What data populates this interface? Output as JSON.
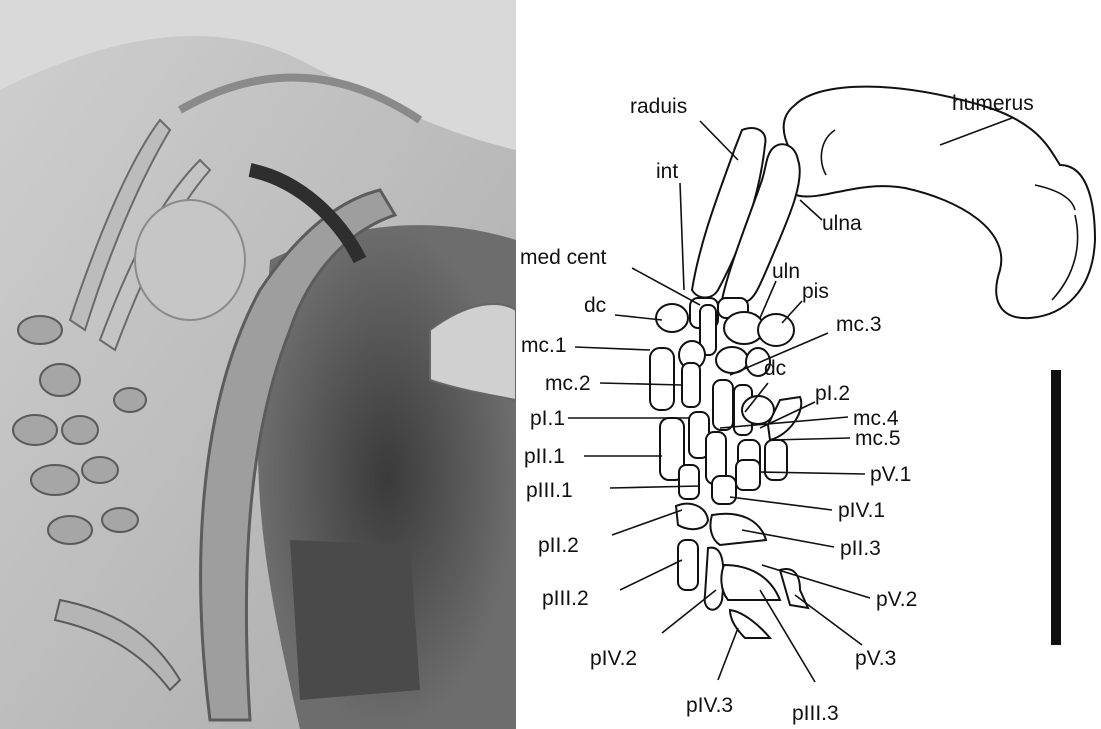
{
  "labels": {
    "raduis": "raduis",
    "humerus": "humerus",
    "int": "int",
    "ulna": "ulna",
    "med_cent": "med cent",
    "uln": "uln",
    "pis": "pis",
    "dc_1": "dc",
    "mc_3": "mc.3",
    "mc_1": "mc.1",
    "mc_2": "mc.2",
    "dc_2": "dc",
    "pI_2": "pI.2",
    "pI_1": "pI.1",
    "mc_4": "mc.4",
    "mc_5": "mc.5",
    "pII_1": "pII.1",
    "pV_1": "pV.1",
    "pIII_1": "pIII.1",
    "pIV_1": "pIV.1",
    "pII_2": "pII.2",
    "pII_3": "pII.3",
    "pIII_2": "pIII.2",
    "pV_2": "pV.2",
    "pIV_2": "pIV.2",
    "pV_3": "pV.3",
    "pIV_3": "pIV.3",
    "pIII_3": "pIII.3"
  }
}
